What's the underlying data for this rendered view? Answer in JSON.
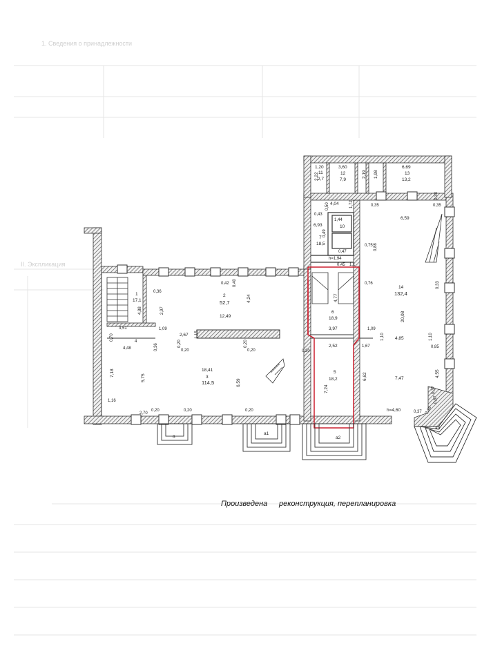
{
  "caption": {
    "part1": "Произведена",
    "part2": "реконструкция, перепланировка"
  },
  "faint_header": {
    "text": "1. Сведения о принадлежности"
  },
  "faint_side": {
    "text": "II. Экспликация"
  },
  "rooms": [
    {
      "id": "1",
      "area": "17,1"
    },
    {
      "id": "2",
      "area": "52,7"
    },
    {
      "id": "3",
      "area": "114,5"
    },
    {
      "id": "4",
      "area": ""
    },
    {
      "id": "5",
      "area": "18,2"
    },
    {
      "id": "6",
      "area": "18,9"
    },
    {
      "id": "7",
      "area": "18,5"
    },
    {
      "id": "10",
      "area": ""
    },
    {
      "id": "11",
      "area": "2,7"
    },
    {
      "id": "12",
      "area": "7,9"
    },
    {
      "id": "13",
      "area": "13,2"
    },
    {
      "id": "14",
      "area": "132,4"
    }
  ],
  "dimensions": {
    "d_1_20": "1,20",
    "d_3_60": "3,60",
    "d_2_19": "2,19",
    "d_1_98": "1,98",
    "d_6_69": "6,69",
    "d_2_22": "2,22",
    "d_4_04": "4,04",
    "d_6_59": "6,59",
    "d_6_93": "6,93",
    "d_1_44": "1,44",
    "d_1_72": "1,72",
    "d_0_43": "0,43",
    "d_0_50": "0,50",
    "d_0_35a": "0,35",
    "d_0_35b": "0,35",
    "d_0_33": "0,33",
    "d_0_49": "0,49",
    "d_0_76": "0,76",
    "d_0_75": "0,75",
    "d_0_88": "0,88",
    "d_h194": "h=1,94",
    "d_0_45": "0,45",
    "d_1_1": "1,1",
    "d_0_47": "0,47",
    "d_0_42": "0,42",
    "d_0_40": "0,40",
    "d_4_24": "4,24",
    "d_12_49": "12,49",
    "d_0_36": "0,36",
    "d_2_97": "2,97",
    "d_4_88": "4,88",
    "d_1_09": "1,09",
    "d_3_51": "3,51",
    "d_4_48": "4,48",
    "d_0_70": "0,70",
    "d_2_67": "2,67",
    "d_1_15": "1,15",
    "d_0_20a": "0,20",
    "d_0_20b": "0,20",
    "d_0_20c": "0,20",
    "d_0_20d": "0,20",
    "d_0_20e": "0,20",
    "d_0_20f": "0,20",
    "d_0_20g": "0,20",
    "d_0_20h": "0,20",
    "d_0_36b": "0,36",
    "d_18_41": "18,41",
    "d_7_18": "7,18",
    "d_5_75": "5,75",
    "d_6_59b": "6,59",
    "d_1_16": "1,16",
    "d_2_70": "2,70",
    "d_4_77": "4,77",
    "d_3_97": "3,97",
    "d_2_52": "2,52",
    "d_7_24": "7,24",
    "d_1_09b": "1,09",
    "d_1_10": "1,10",
    "d_1_67": "1,67",
    "d_6_62": "6,62",
    "d_20_08": "20,08",
    "d_4_85": "4,85",
    "d_7_47": "7,47",
    "d_1_10b": "1,10",
    "d_0_85": "0,85",
    "d_4_55": "4,55",
    "d_0_33b": "0,33",
    "d_0_37": "0,37",
    "d_0_67": "0,67",
    "d_0_37b": "0,37",
    "d_2_16": "2,16",
    "d_h460": "h=4,60"
  },
  "entrances": {
    "a": "а",
    "a1": "а1",
    "a2": "а2",
    "a3": "а3"
  },
  "colors": {
    "wall_hatch": "#555555",
    "line": "#333333",
    "redline": "#cc1f2e"
  }
}
